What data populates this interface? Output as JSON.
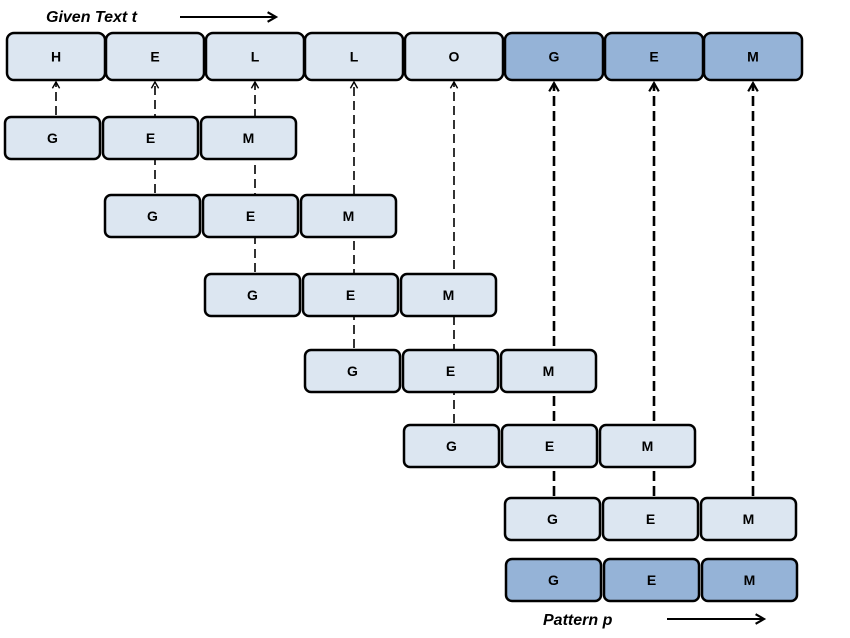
{
  "text_caption": "Given Text t",
  "pattern_caption": "Pattern p",
  "text_chars": [
    "H",
    "E",
    "L",
    "L",
    "O",
    "G",
    "E",
    "M"
  ],
  "text_highlight_from": 5,
  "pattern_chars": [
    "G",
    "E",
    "M"
  ],
  "shift_count": 6,
  "colors": {
    "light_cell": "#dce6f1",
    "match_cell": "#95b3d7",
    "outline": "#000000"
  }
}
